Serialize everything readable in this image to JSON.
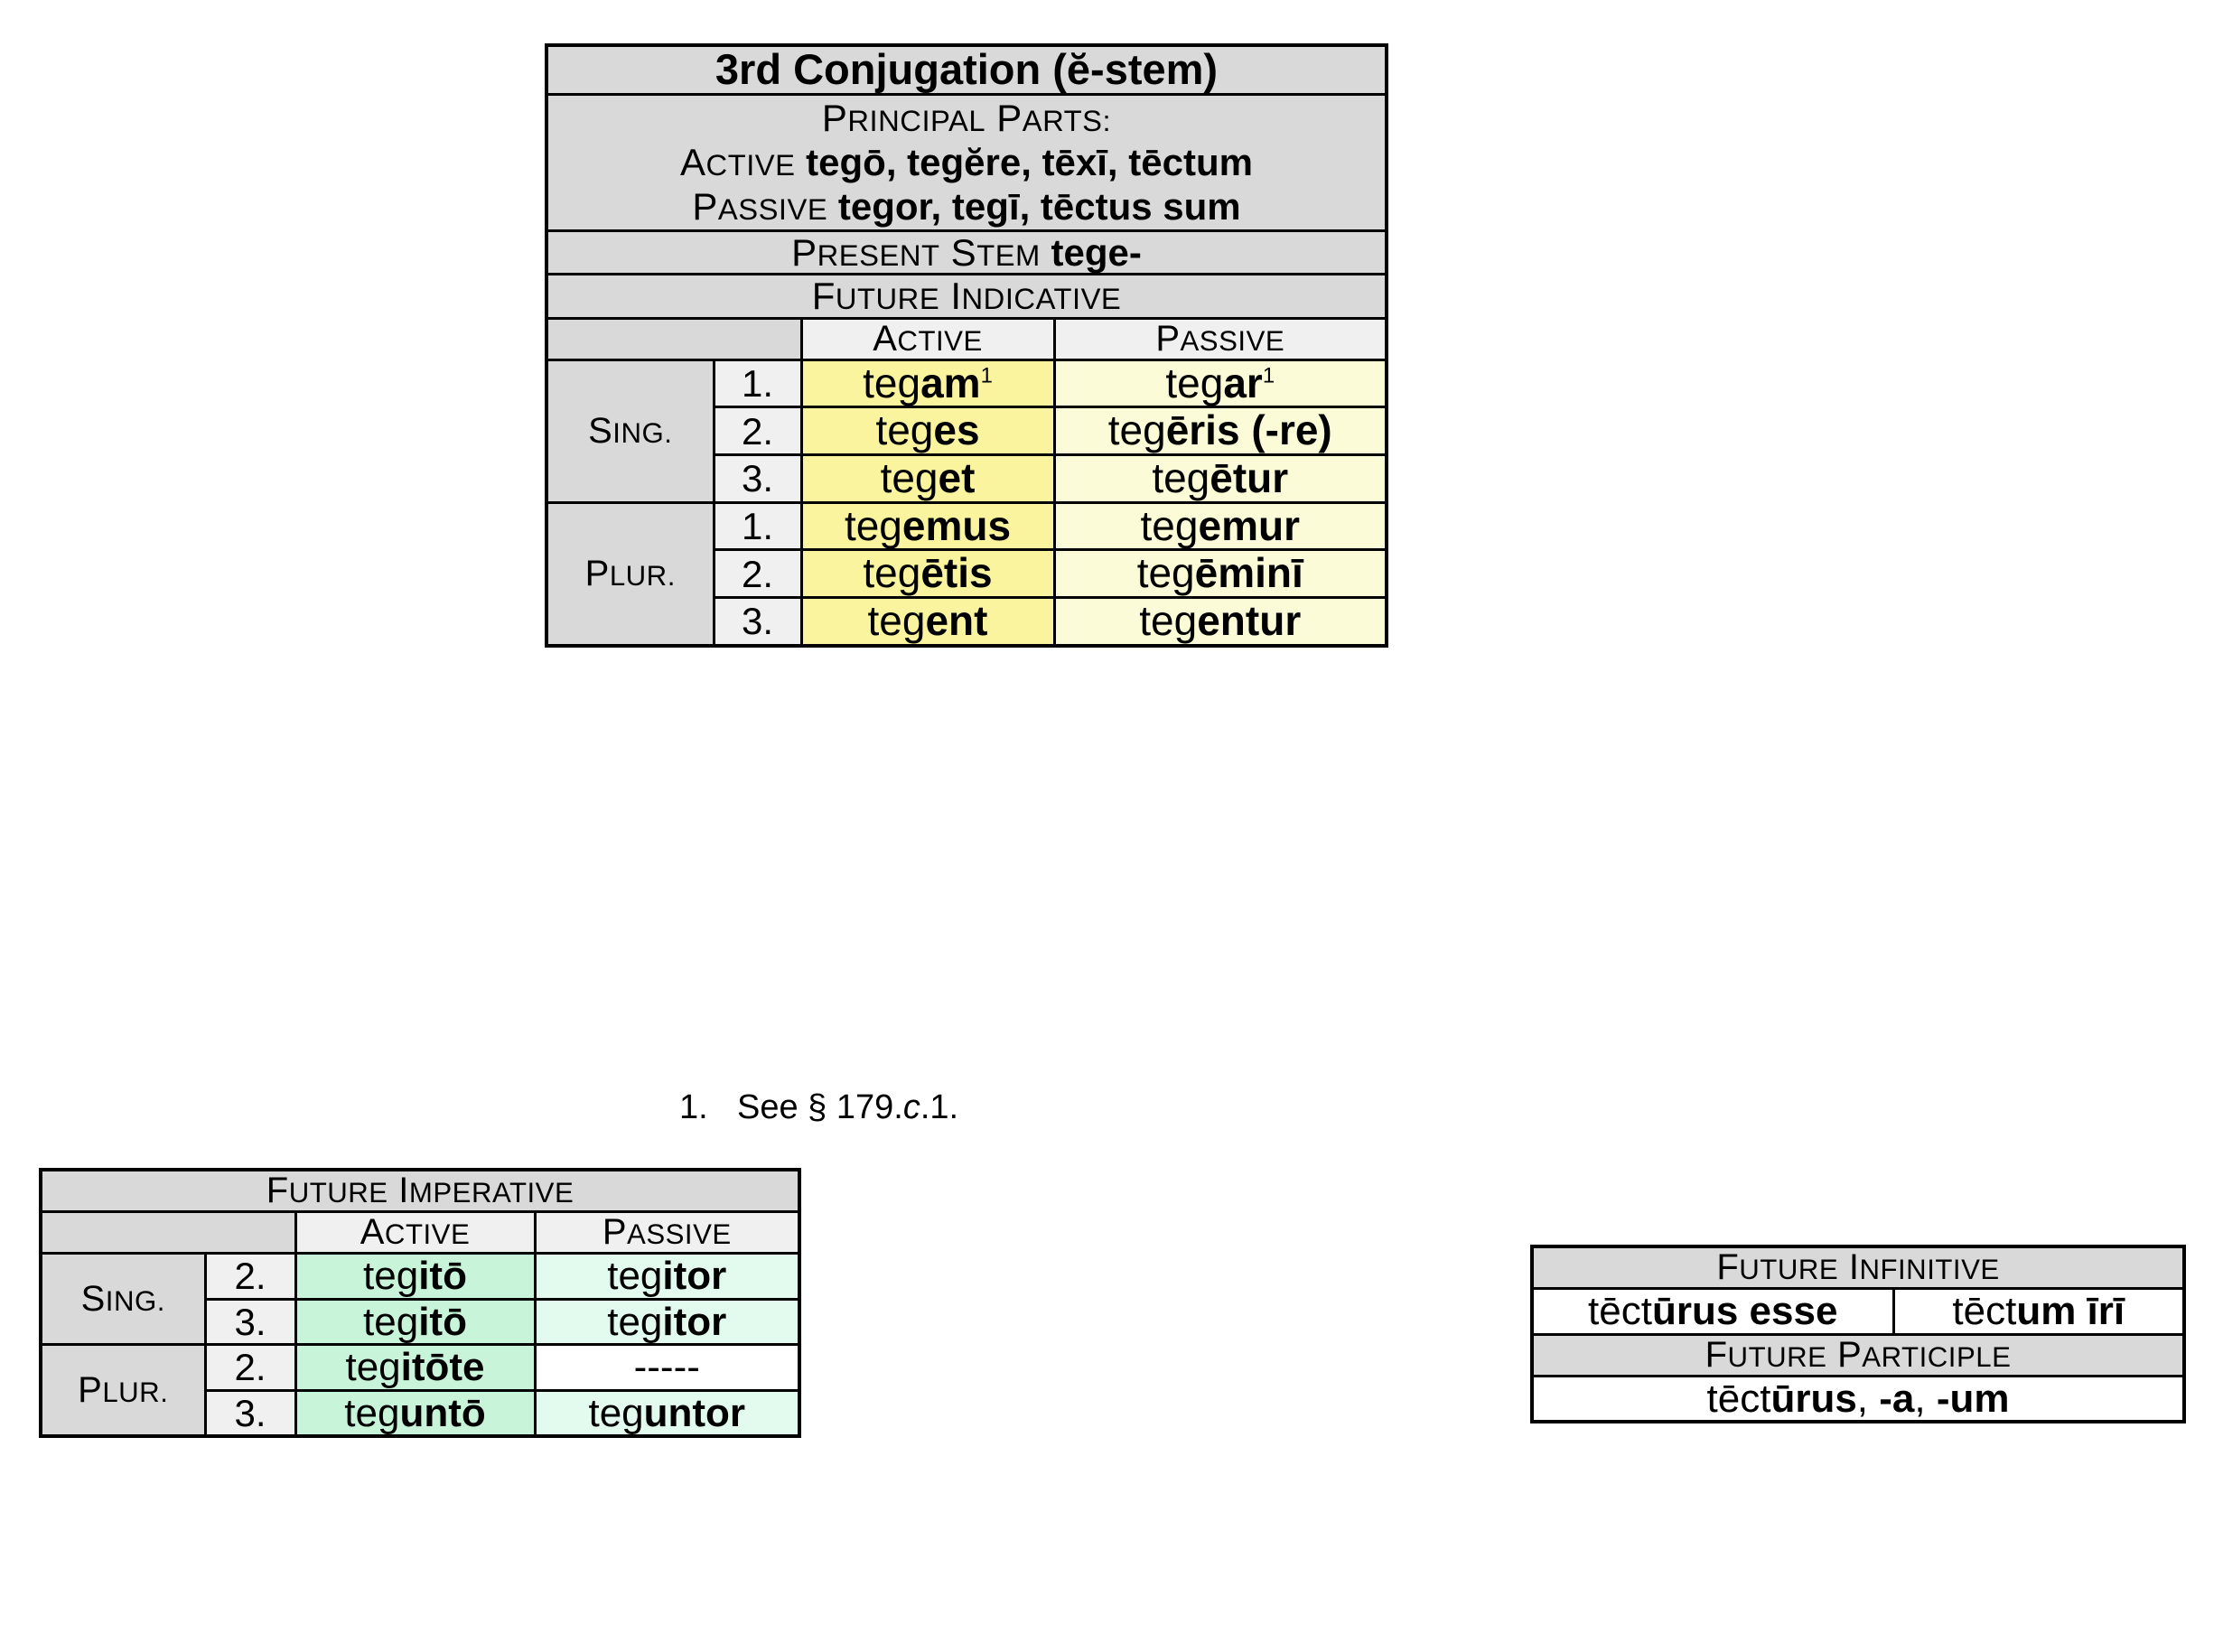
{
  "future_indicative_table": {
    "title": "3rd Conjugation (ĕ-stem)",
    "principal_parts": {
      "heading": "Principal Parts:",
      "active_label": "Active",
      "active_forms": "tegō, tegĕre, tēxī, tēctum",
      "passive_label": "Passive",
      "passive_forms": "tegor, tegī, tēctus sum"
    },
    "present_stem": {
      "label": "Present Stem",
      "value": "tege-"
    },
    "section_heading": "Future Indicative",
    "columns": {
      "active": "Active",
      "passive": "Passive"
    },
    "groups": {
      "singular": "Sing.",
      "plural": "Plur."
    },
    "rows": [
      {
        "group": "singular",
        "number": "1.",
        "active_stem": "teg",
        "active_ending": "am",
        "active_sup": "1",
        "passive_stem": "teg",
        "passive_ending": "ar",
        "passive_sup": "1"
      },
      {
        "group": "singular",
        "number": "2.",
        "active_stem": "teg",
        "active_ending": "es",
        "active_sup": "",
        "passive_stem": "teg",
        "passive_ending": "ēris (-re)",
        "passive_sup": ""
      },
      {
        "group": "singular",
        "number": "3.",
        "active_stem": "teg",
        "active_ending": "et",
        "active_sup": "",
        "passive_stem": "teg",
        "passive_ending": "ētur",
        "passive_sup": ""
      },
      {
        "group": "plural",
        "number": "1.",
        "active_stem": "teg",
        "active_ending": "emus",
        "active_sup": "",
        "passive_stem": "teg",
        "passive_ending": "emur",
        "passive_sup": ""
      },
      {
        "group": "plural",
        "number": "2.",
        "active_stem": "teg",
        "active_ending": "ētis",
        "active_sup": "",
        "passive_stem": "teg",
        "passive_ending": "ēminī",
        "passive_sup": ""
      },
      {
        "group": "plural",
        "number": "3.",
        "active_stem": "teg",
        "active_ending": "ent",
        "active_sup": "",
        "passive_stem": "teg",
        "passive_ending": "entur",
        "passive_sup": ""
      }
    ]
  },
  "footnote": {
    "number": "1.",
    "text_before": "See § 179.",
    "italic_part": "c",
    "text_after": ".1."
  },
  "future_imperative_table": {
    "section_heading": "Future Imperative",
    "columns": {
      "active": "Active",
      "passive": "Passive"
    },
    "groups": {
      "singular": "Sing.",
      "plural": "Plur."
    },
    "rows": [
      {
        "group": "singular",
        "number": "2.",
        "active_stem": "teg",
        "active_ending": "itō",
        "passive_stem": "teg",
        "passive_ending": "itor",
        "passive_empty": false
      },
      {
        "group": "singular",
        "number": "3.",
        "active_stem": "teg",
        "active_ending": "itō",
        "passive_stem": "teg",
        "passive_ending": "itor",
        "passive_empty": false
      },
      {
        "group": "plural",
        "number": "2.",
        "active_stem": "teg",
        "active_ending": "itōte",
        "passive_stem": "",
        "passive_ending": "",
        "passive_empty": true,
        "passive_placeholder": "-----"
      },
      {
        "group": "plural",
        "number": "3.",
        "active_stem": "teg",
        "active_ending": "untō",
        "passive_stem": "teg",
        "passive_ending": "untor",
        "passive_empty": false
      }
    ]
  },
  "future_infinitive_table": {
    "infinitive_heading": "Future Infinitive",
    "infinitive_active_stem": "tēct",
    "infinitive_active_ending": "ūrus esse",
    "infinitive_passive_stem": "tēct",
    "infinitive_passive_ending": "um īrī",
    "participle_heading": "Future Participle",
    "participle_stem": "tēct",
    "participle_ending": "ūrus",
    "participle_rest_plain": ", ",
    "participle_alt1": "-a",
    "participle_alt2": "-um"
  },
  "colors": {
    "header_gray": "#d9d9d9",
    "subheader_light": "#f0f0f0",
    "active_yellow": "#fbf49f",
    "passive_yellow": "#fbfbd7",
    "active_green": "#c8f5da",
    "passive_green": "#e2fbee",
    "border": "#000000",
    "page_background": "#ffffff"
  }
}
